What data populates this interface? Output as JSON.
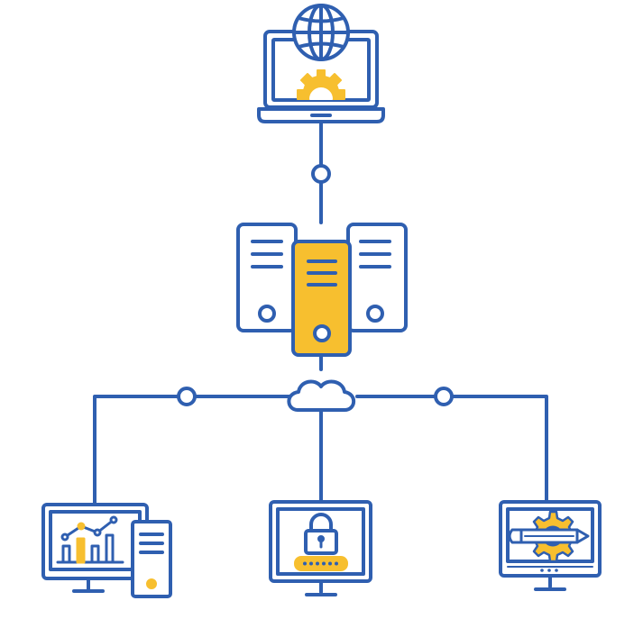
{
  "colors": {
    "line": "#2f5fb0",
    "accent": "#f7bf2f",
    "background": "#ffffff"
  },
  "nodes": [
    {
      "id": "laptop-web-settings",
      "icons": [
        "laptop-icon",
        "globe-icon",
        "gear-icon"
      ]
    },
    {
      "id": "server-rack",
      "icons": [
        "server-icon"
      ]
    },
    {
      "id": "analytics-workstation",
      "icons": [
        "monitor-icon",
        "bar-chart-icon",
        "line-chart-icon",
        "tower-pc-icon"
      ]
    },
    {
      "id": "security-terminal",
      "icons": [
        "monitor-icon",
        "padlock-icon",
        "password-field-icon"
      ]
    },
    {
      "id": "design-tools-monitor",
      "icons": [
        "monitor-icon",
        "gear-icon",
        "pencil-icon"
      ]
    }
  ],
  "connections": [
    {
      "from": "laptop-web-settings",
      "to": "server-rack"
    },
    {
      "from": "server-rack",
      "to": "analytics-workstation"
    },
    {
      "from": "server-rack",
      "to": "security-terminal"
    },
    {
      "from": "server-rack",
      "to": "design-tools-monitor"
    }
  ]
}
